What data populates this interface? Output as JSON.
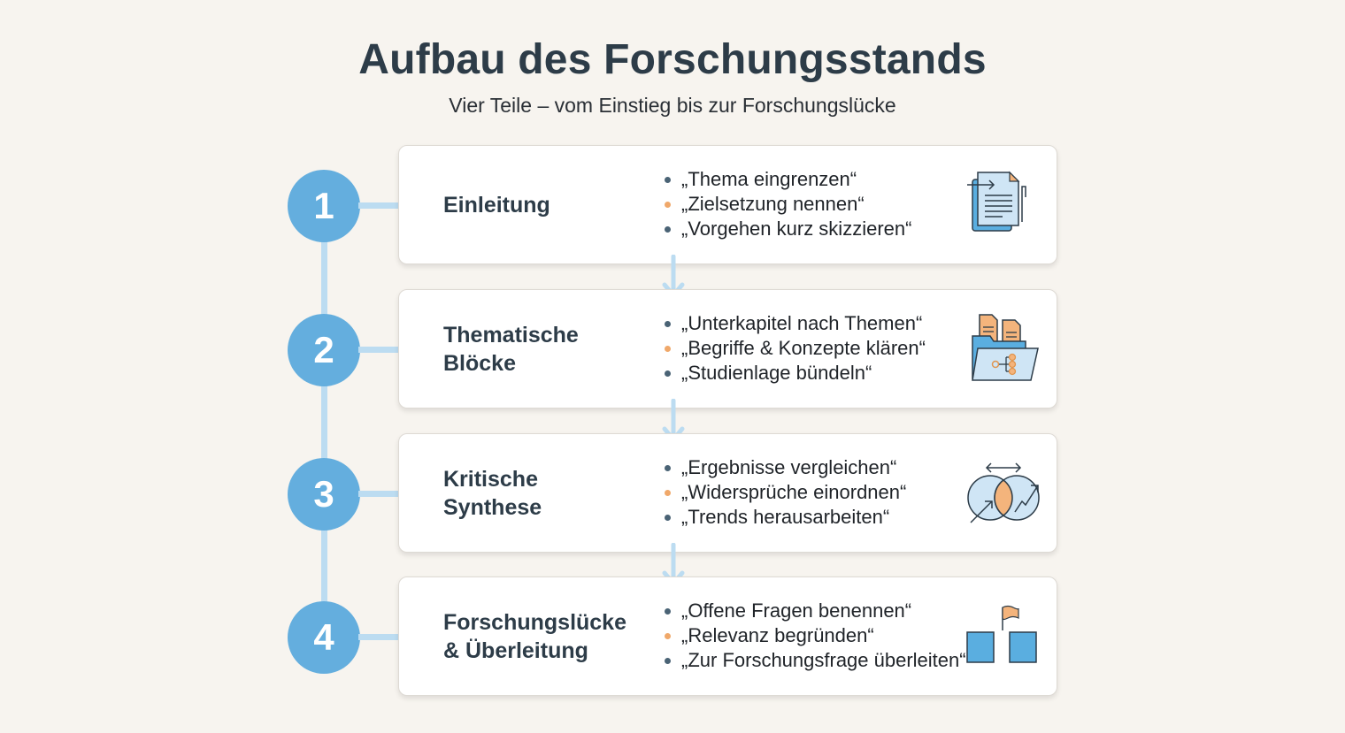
{
  "header": {
    "title": "Aufbau des Forschungsstands",
    "subtitle": "Vier Teile – vom Einstieg bis zur Forschungslücke"
  },
  "colors": {
    "background": "#f7f4ef",
    "circle": "#64aede",
    "connector": "#bcdcf1",
    "bullet_dark": "#4a6375",
    "bullet_orange": "#f0a86a",
    "icon_orange": "#f4b47c",
    "icon_blue_light": "#cfe5f5",
    "icon_blue": "#5aaee0"
  },
  "steps": [
    {
      "number": "1",
      "title": "Einleitung",
      "bullets": [
        "„Thema eingrenzen“",
        "„Zielsetzung nennen“",
        "„Vorgehen kurz skizzieren“"
      ],
      "icon": "document-icon"
    },
    {
      "number": "2",
      "title": "Thematische Blöcke",
      "bullets": [
        "„Unterkapitel nach Themen“",
        "„Begriffe & Konzepte klären“",
        "„Studienlage bündeln“"
      ],
      "icon": "folder-hierarchy-icon"
    },
    {
      "number": "3",
      "title": "Kritische Synthese",
      "bullets": [
        "„Ergebnisse vergleichen“",
        "„Widersprüche einordnen“",
        "„Trends herausarbeiten“"
      ],
      "icon": "venn-compare-icon"
    },
    {
      "number": "4",
      "title": "Forschungslücke & Überleitung",
      "bullets": [
        "„Offene Fragen benennen“",
        "„Relevanz begründen“",
        "„Zur Forschungsfrage überleiten“"
      ],
      "icon": "gap-flag-icon"
    }
  ]
}
